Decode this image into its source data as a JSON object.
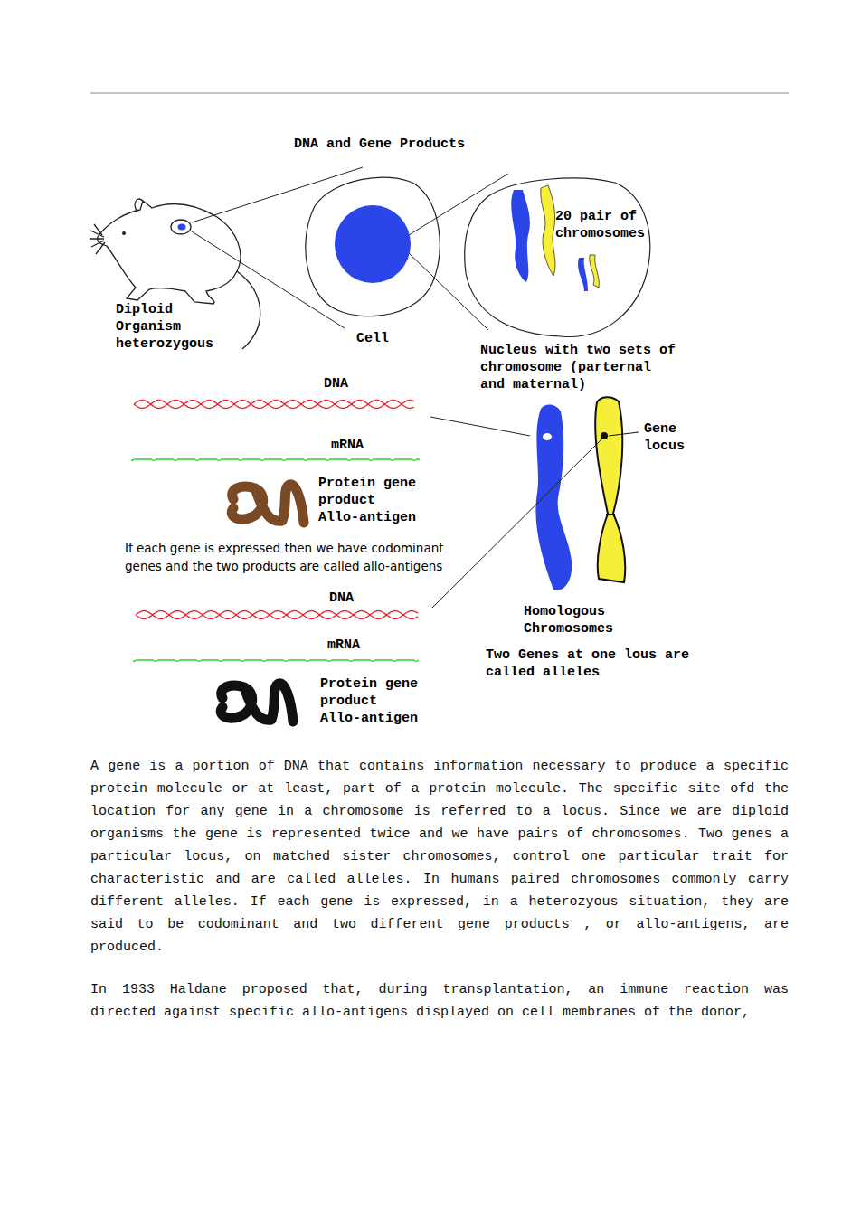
{
  "diagram": {
    "title": "DNA and Gene Products",
    "nodes": [
      {
        "text": [
          "Cell"
        ]
      },
      {
        "text": [
          "20 pair of chromosomes",
          "Nucleus with two sets of chromosome (parternal and maternal)"
        ]
      }
    ],
    "edges": [
      {
        "from": 0,
        "to": 1,
        "arrow": "none"
      },
      {
        "from": 0,
        "to": 1,
        "arrow": "none"
      }
    ],
    "labels": [
      "Diploid Organism heterozygous",
      "DNA",
      "mRNA",
      "Protein gene product Allo-antigen",
      "If each gene is expressed then we have codominant genes and the two products are called allo-antigens",
      "DNA",
      "mRNA",
      "Protein gene product Allo-antigen",
      "Gene locus",
      "Homologous Chromosomes",
      "Two Genes at one lous are called alleles",
      "A gene is a portion of DNA that contains information necessary to produce a specific protein molecule or at least, part of a protein molecule. The specific site ofd the location for any gene in a chromosome is referred to a locus. Since we are diploid organisms the gene is represented twice and we have pairs of chromosomes. Two genes a particular locus, on matched sister chromosomes, control one particular trait for characteristic and are called alleles. In humans paired chromosomes commonly carry different alleles. If each gene is expressed, in a heterozyous situation, they are said to be codominant and two different gene products , or allo-antigens, are produced.",
      "In 1933 Haldane proposed that, during transplantation, an immune reaction was directed against specific allo-antigens displayed on cell membranes of the donor,"
    ]
  }
}
